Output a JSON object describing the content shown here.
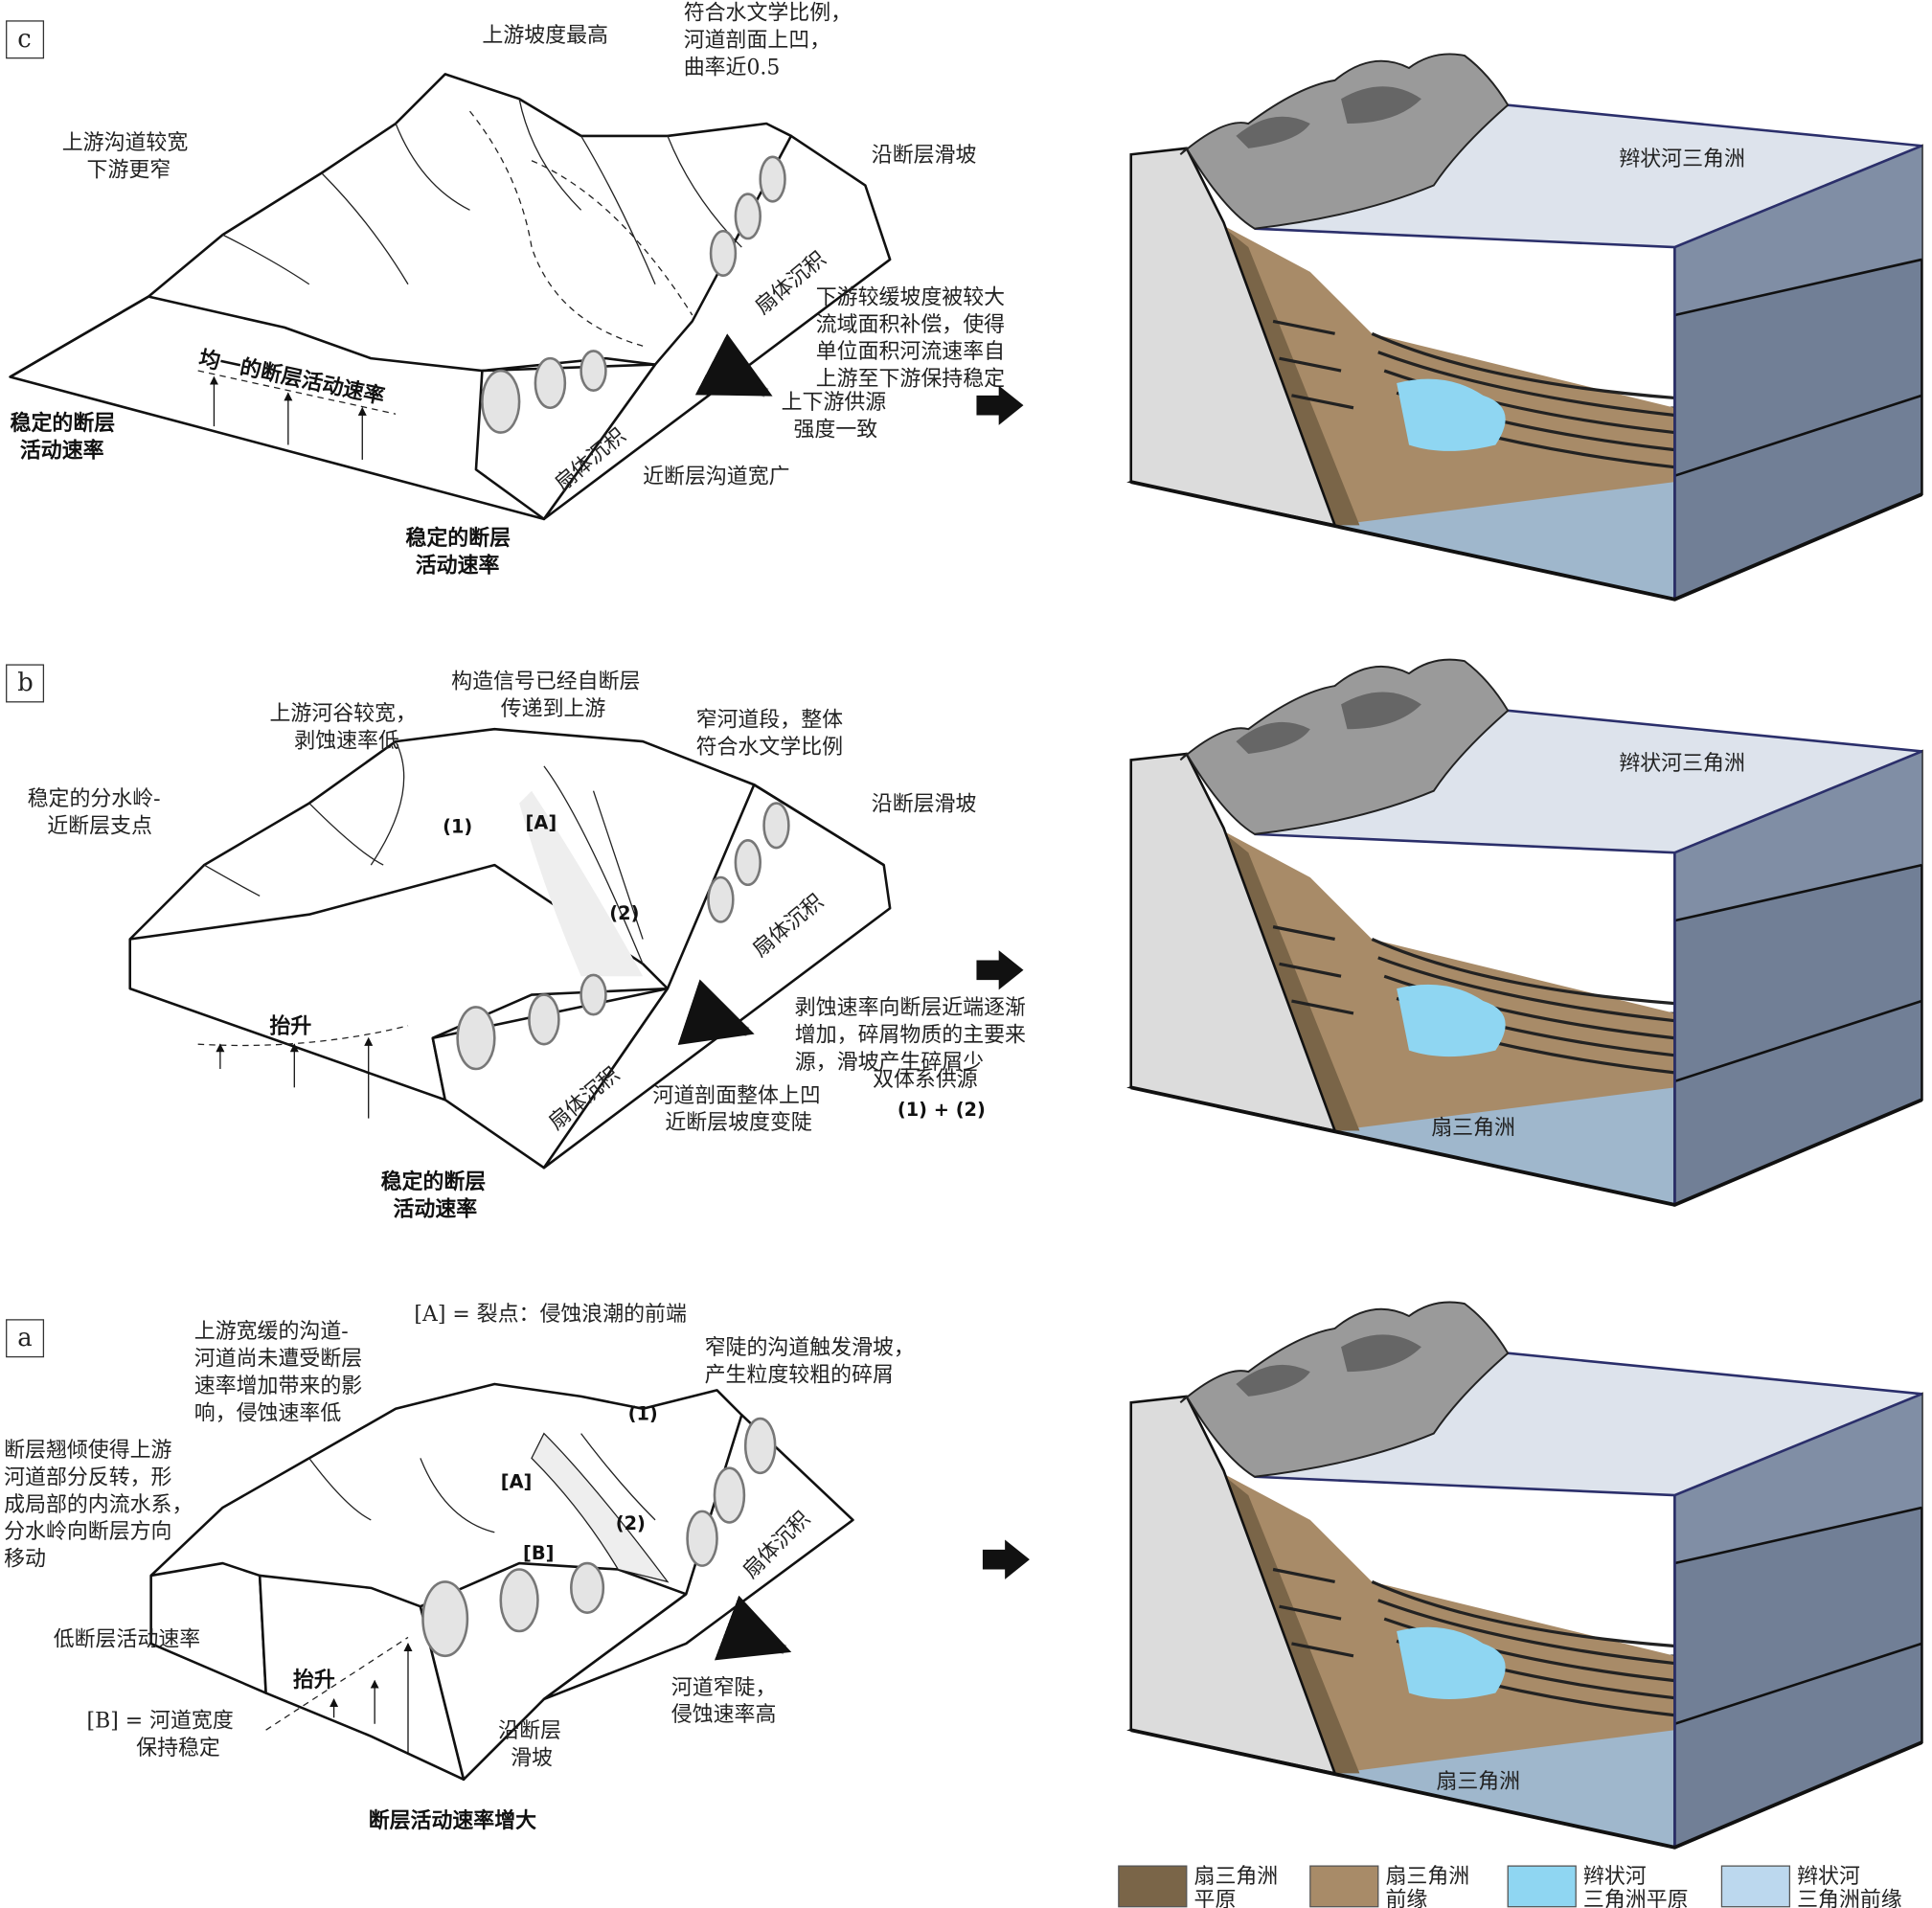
{
  "panels": {
    "c": {
      "label": "c",
      "upstream_slope": "上游坡度最高",
      "hydro_lines": [
        "符合水文学比例，",
        "河道剖面上凹，",
        "曲率近0.5"
      ],
      "upstream_channel": [
        "上游沟道较宽",
        "下游更窄"
      ],
      "fault_slide": "沿断层滑坡",
      "compensation": [
        "下游较缓坡度被较大",
        "流域面积补偿，使得",
        "单位面积河流速率自",
        "上游至下游保持稳定"
      ],
      "supply": [
        "上下游供源",
        "强度一致"
      ],
      "uniform_rate": "均一的断层活动速率",
      "stable_rate_left": [
        "稳定的断层",
        "活动速率"
      ],
      "stable_rate_bottom": [
        "稳定的断层",
        "活动速率"
      ],
      "fan_deposit": "扇体沉积",
      "near_fault": "近断层沟道宽广",
      "block_label": "辫状河三角洲"
    },
    "b": {
      "label": "b",
      "signal": [
        "构造信号已经自断层",
        "传递到上游"
      ],
      "upstream_valley": [
        "上游河谷较宽，",
        "剥蚀速率低"
      ],
      "narrow": [
        "窄河道段，整体",
        "符合水文学比例"
      ],
      "divide": [
        "稳定的分水岭-",
        "近断层支点"
      ],
      "fault_slide": "沿断层滑坡",
      "marker_1": "(1)",
      "marker_A": "[A]",
      "marker_2": "(2)",
      "erosion": [
        "剥蚀速率向断层近端逐渐",
        "增加，碎屑物质的主要来",
        "源，滑坡产生碎屑少"
      ],
      "dual": [
        "双体系供源",
        "(1) + (2)"
      ],
      "profile": [
        "河道剖面整体上凹",
        "近断层坡度变陡"
      ],
      "uplift": "抬升",
      "fan_deposit": "扇体沉积",
      "stable_rate": [
        "稳定的断层",
        "活动速率"
      ],
      "block_label_top": "辫状河三角洲",
      "block_label_bottom": "扇三角洲"
    },
    "a": {
      "label": "a",
      "knickpoint": "[A] = 裂点：侵蚀浪潮的前端",
      "upstream": [
        "上游宽缓的沟道-",
        "河道尚未遭受断层",
        "速率增加带来的影",
        "响，侵蚀速率低"
      ],
      "steep": [
        "窄陡的沟道触发滑坡，",
        "产生粒度较粗的碎屑"
      ],
      "tilt": [
        "断层翘倾使得上游",
        "河道部分反转，形",
        "成局部的内流水系，",
        "分水岭向断层方向",
        "移动"
      ],
      "marker_1": "(1)",
      "marker_A": "[A]",
      "marker_2": "(2)",
      "marker_B": "[B]",
      "low_rate": "低断层活动速率",
      "uplift": "抬升",
      "b_def": [
        "[B] = 河道宽度",
        "保持稳定"
      ],
      "fault_slide": [
        "沿断层",
        "滑坡"
      ],
      "channel_steep": [
        "河道窄陡，",
        "侵蚀速率高"
      ],
      "fan_deposit": "扇体沉积",
      "increase": "断层活动速率增大",
      "block_label_bottom": "扇三角洲"
    }
  },
  "legend": [
    {
      "lines": [
        "扇三角洲",
        "平原"
      ],
      "color": "#7a6548"
    },
    {
      "lines": [
        "扇三角洲",
        "前缘"
      ],
      "color": "#a88b68"
    },
    {
      "lines": [
        "辫状河",
        "三角洲平原"
      ],
      "color": "#8fd6f2"
    },
    {
      "lines": [
        "辫状河",
        "三角洲前缘"
      ],
      "color": "#bcd8ee"
    }
  ]
}
